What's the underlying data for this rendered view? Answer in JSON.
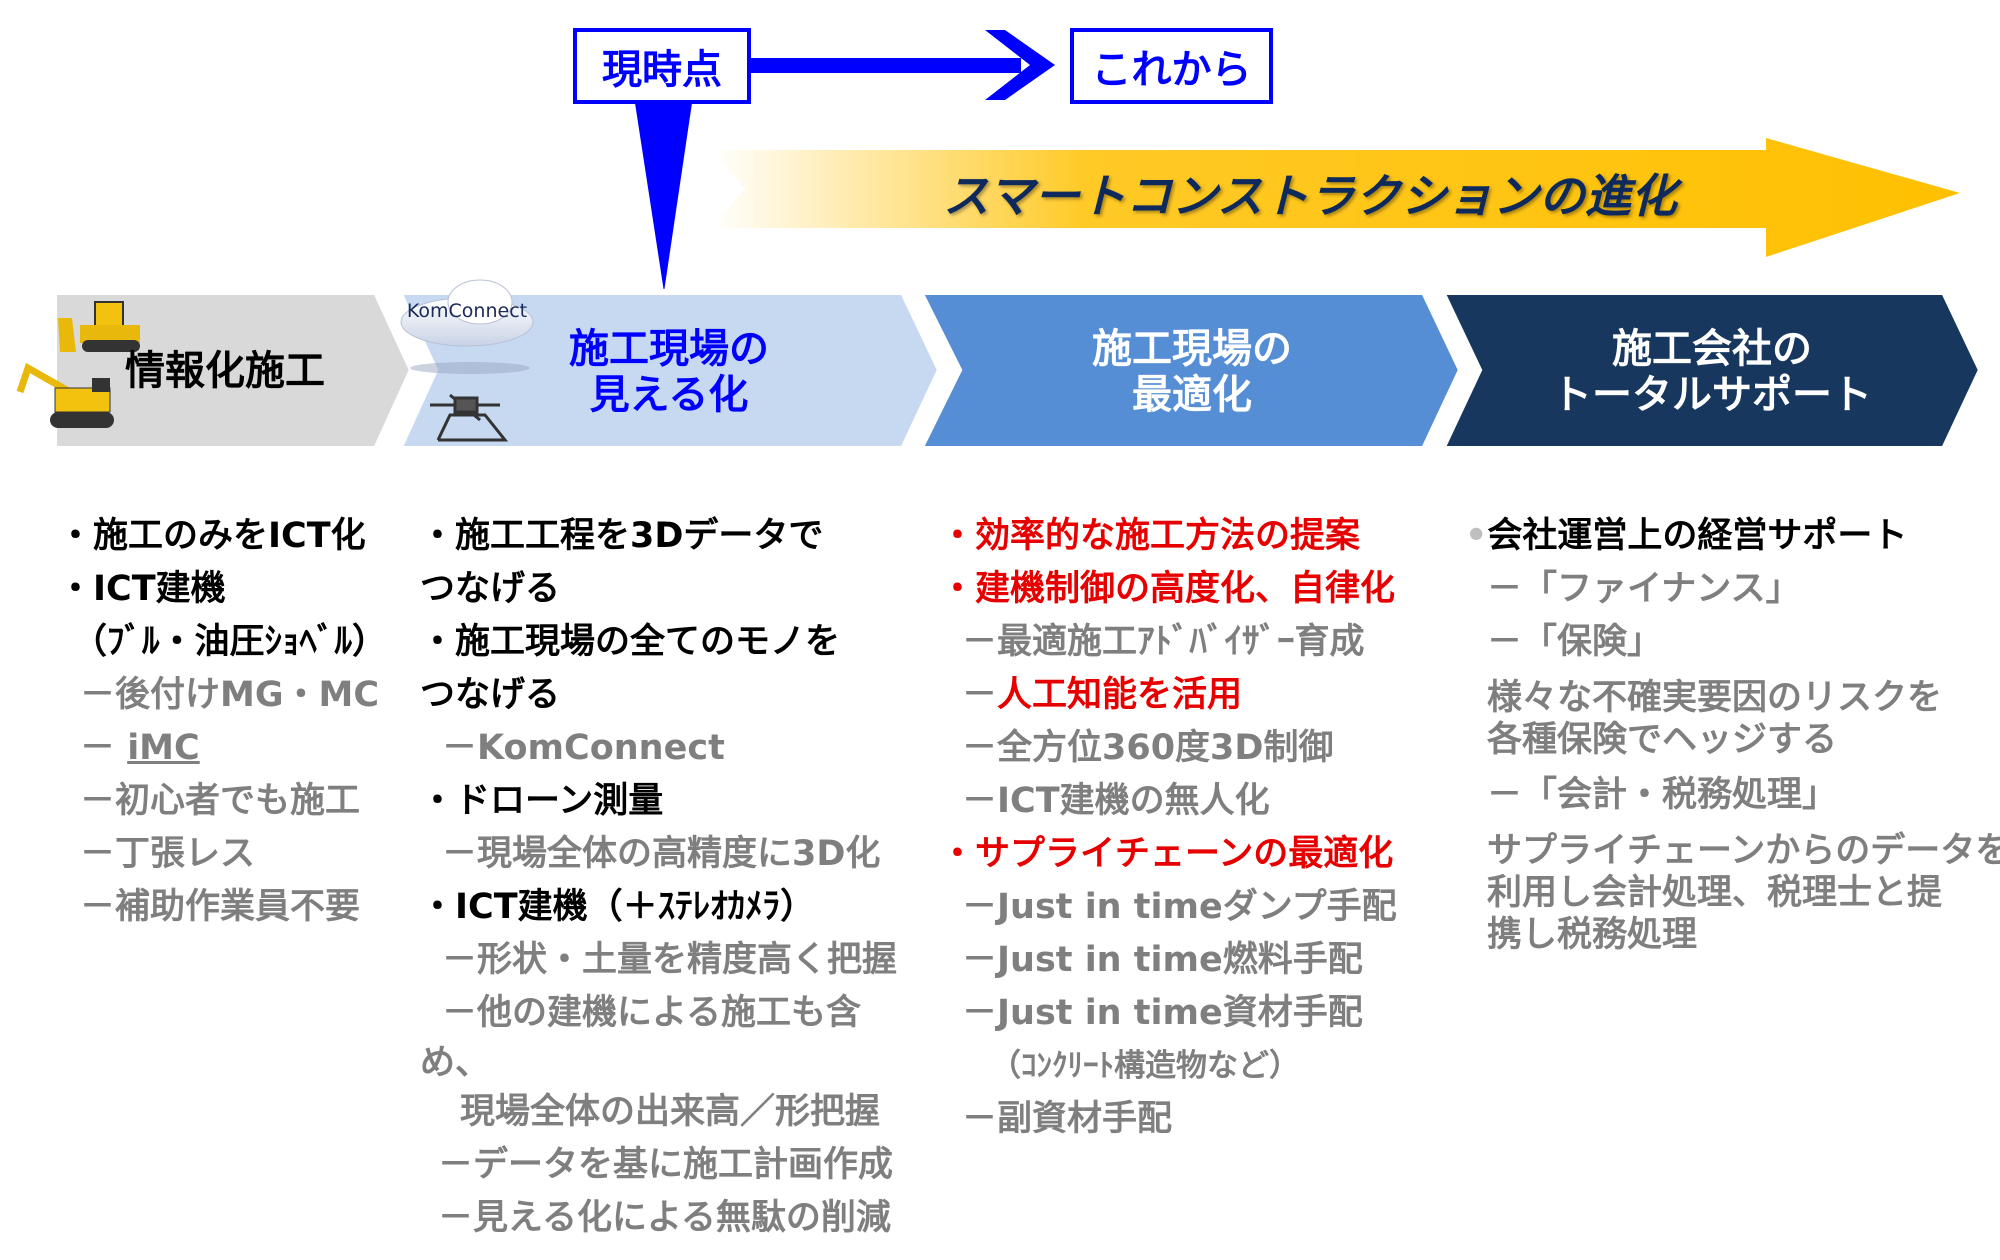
{
  "timeline": {
    "current_label": "現時点",
    "future_label": "これから"
  },
  "evolution_label": "スマートコンストラクションの進化",
  "stages": [
    {
      "title_lines": [
        "情報化施工"
      ]
    },
    {
      "title_lines": [
        "施工現場の",
        "見える化"
      ],
      "logo": "KomConnect"
    },
    {
      "title_lines": [
        "施工現場の",
        "最適化"
      ]
    },
    {
      "title_lines": [
        "施工会社の",
        "トータルサポート"
      ]
    }
  ],
  "colors": {
    "stage1": "#d9d9d9",
    "stage2": "#c6d9f1",
    "stage3": "#558ed5",
    "stage4": "#17375e",
    "accent_blue": "#0000ff",
    "evolution": "#ffc000",
    "red": "#e60000",
    "gray": "#7f7f7f"
  },
  "columns": [
    [
      "・施工のみをICT化",
      "・ICT建機",
      "（ﾌﾞﾙ・油圧ｼｮﾍﾞﾙ）",
      "－後付けMG・MC",
      "－ ",
      "iMC",
      "－初心者でも施工",
      "－丁張レス",
      "－補助作業員不要"
    ],
    [
      "・施工工程を3Dデータで",
      "つなげる",
      "・施工現場の全てのモノを",
      "つなげる",
      "－KomConnect",
      "・ドローン測量",
      "－現場全体の高精度に3D化",
      "・ICT建機（＋ｽﾃﾚｵｶﾒﾗ）",
      "－形状・土量を精度高く把握",
      "－他の建機による施工も含",
      "め、",
      "現場全体の出来高／形把握",
      "－データを基に施工計画作成",
      "－見える化による無駄の削減"
    ],
    [
      "・効率的な施工方法の提案",
      "・建機制御の高度化、自律化",
      "－最適施工ｱﾄﾞﾊﾞｲｻﾞｰ育成",
      "－",
      "人工知能を活用",
      "－全方位360度3D制御",
      "－ICT建機の無人化",
      "・サプライチェーンの最適化",
      "－Just in timeダンプ手配",
      "－Just in time燃料手配",
      "－Just in time資材手配",
      "（ｺﾝｸﾘｰﾄ構造物など）",
      "－副資材手配"
    ],
    [
      "会社運営上の経営サポート",
      "－「ファイナンス」",
      "－「保険」",
      "様々な不確実要因のリスクを",
      "各種保険でヘッジする",
      "－「会計・税務処理」",
      "サプライチェーンからのデータを",
      "利用し会計処理、税理士と提",
      "携し税務処理"
    ]
  ]
}
